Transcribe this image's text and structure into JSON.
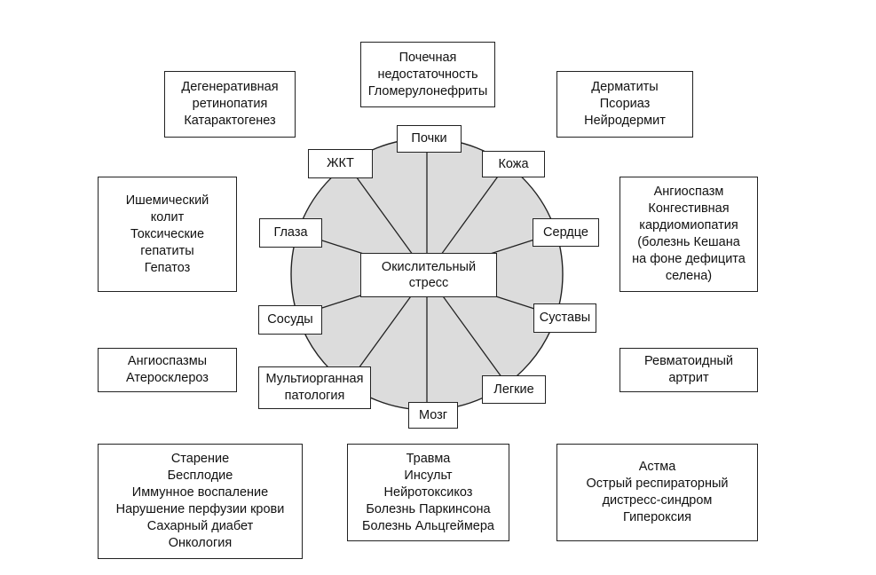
{
  "diagram": {
    "center": [
      "Окислительный",
      "стресс"
    ],
    "organs": {
      "kidneys": "Почки",
      "skin": "Кожа",
      "heart": "Сердце",
      "joints": "Суставы",
      "lungs": "Легкие",
      "brain": "Мозг",
      "multiorgan": [
        "Мультиорганная",
        "патология"
      ],
      "vessels": "Сосуды",
      "eyes": "Глаза",
      "gi": "ЖКТ"
    },
    "diseases": {
      "kidneys": [
        "Почечная",
        "недостаточность",
        "Гломерулонефриты"
      ],
      "eyes": [
        "Дегенеративная",
        "ретинопатия",
        "Катарактогенез"
      ],
      "skin": [
        "Дерматиты",
        "Псориаз",
        "Нейродермит"
      ],
      "gi": [
        "Ишемический",
        "колит",
        "Токсические",
        "гепатиты",
        "Гепатоз"
      ],
      "heart": [
        "Ангиоспазм",
        "Конгестивная",
        "кардиомиопатия",
        "(болезнь Кешана",
        "на фоне дефицита",
        "селена)"
      ],
      "vessels": [
        "Ангиоспазмы",
        "Атеросклероз"
      ],
      "joints": [
        "Ревматоидный",
        "артрит"
      ],
      "multiorgan": [
        "Старение",
        "Бесплодие",
        "Иммунное воспаление",
        "Нарушение перфузии крови",
        "Сахарный диабет",
        "Онкология"
      ],
      "brain": [
        "Травма",
        "Инсульт",
        "Нейротоксикоз",
        "Болезнь Паркинсона",
        "Болезнь Альцгеймера"
      ],
      "lungs": [
        "Астма",
        "Острый респираторный",
        "дистресс-синдром",
        "Гипероксия"
      ]
    }
  }
}
